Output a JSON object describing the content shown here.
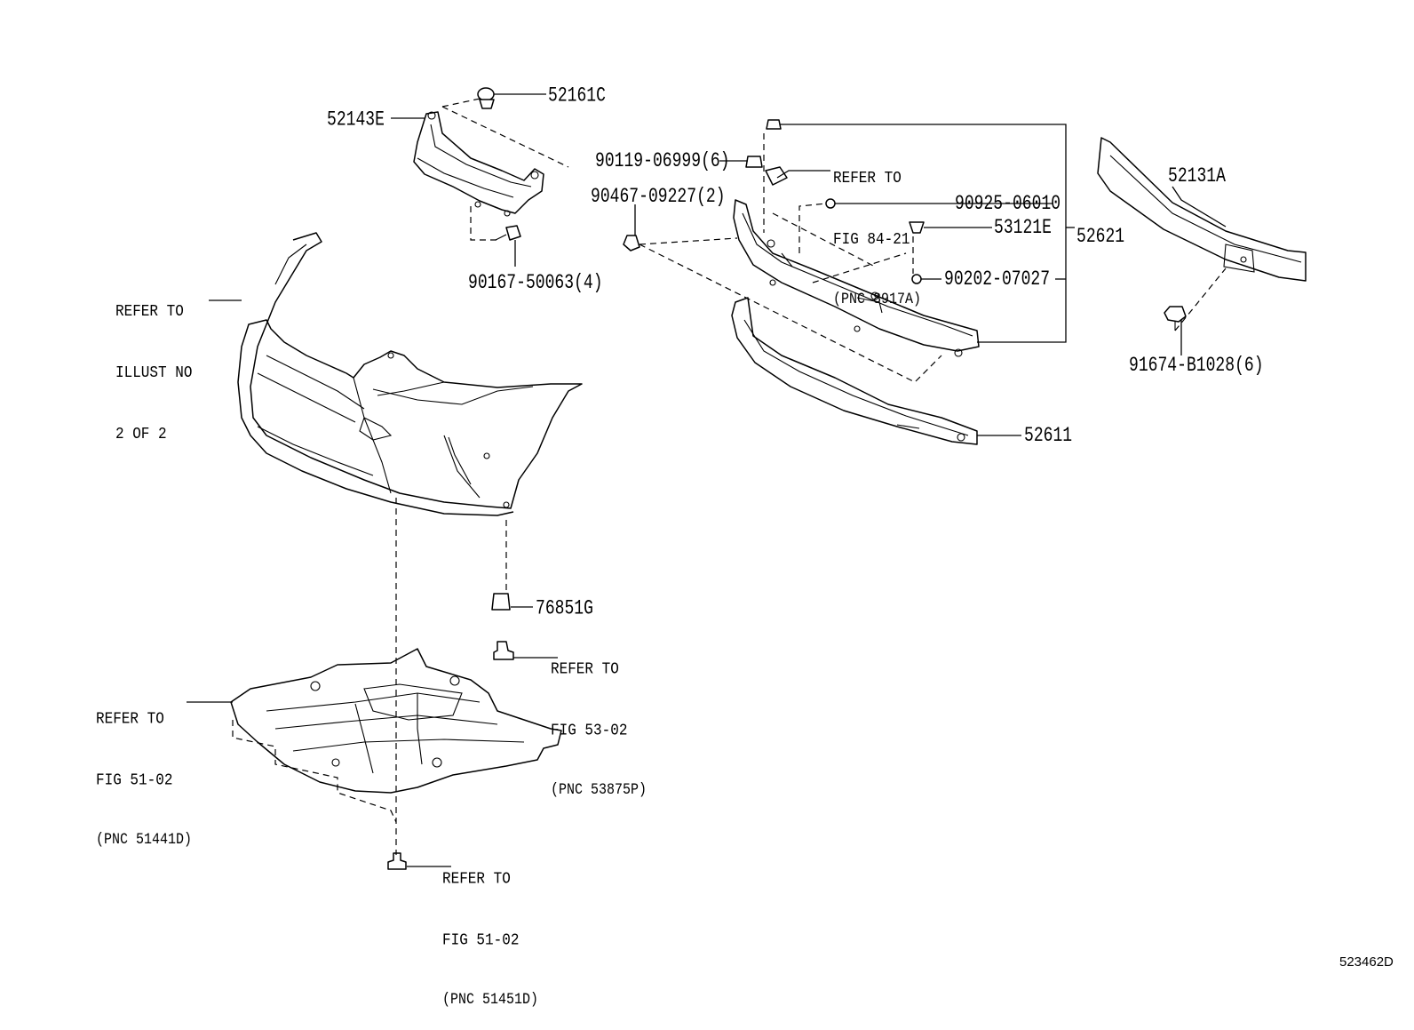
{
  "diagram_ref": "523462D",
  "parts": {
    "p52161C": "52161C",
    "p52143E": "52143E",
    "p90119": "90119-06999(6)",
    "p90467": "90467-09227(2)",
    "p90167": "90167-50063(4)",
    "p90925": "90925-06010",
    "p53121E": "53121E",
    "p52621": "52621",
    "p90202": "90202-07027",
    "p52131A": "52131A",
    "p91674": "91674-B1028(6)",
    "p52611": "52611",
    "p76851G": "76851G"
  },
  "notes": {
    "refer_to": "REFER TO",
    "illust_line1": "ILLUST NO",
    "illust_line2": "2 OF 2",
    "fig_84_21": "FIG 84-21",
    "pnc_8917A": "(PNC 8917A)",
    "fig_53_02": "FIG 53-02",
    "pnc_53875P": "(PNC 53875P)",
    "fig_51_02_a": "FIG 51-02",
    "pnc_51441D": "(PNC 51441D)",
    "fig_51_02_b": "FIG 51-02",
    "pnc_51451D": "(PNC 51451D)"
  }
}
